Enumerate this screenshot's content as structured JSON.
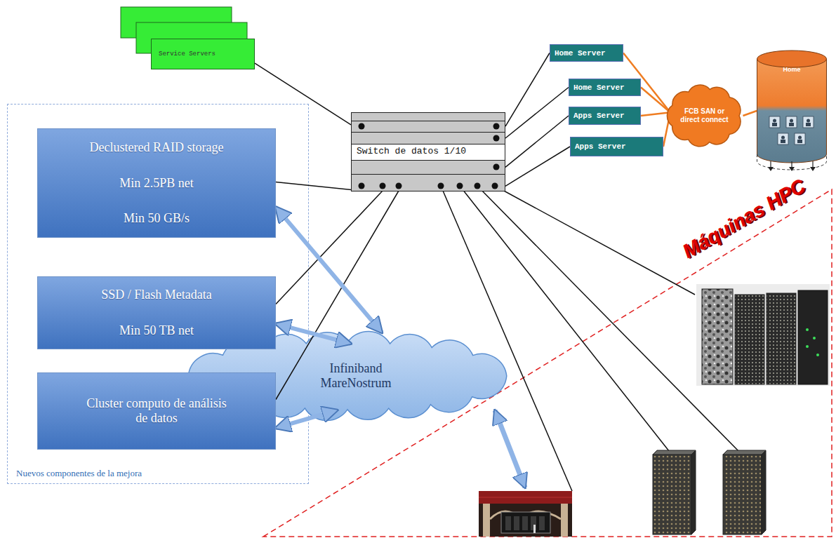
{
  "diagram": {
    "nodes": [
      {
        "text": [
          "Service Servers"
        ]
      },
      {
        "text": [
          "Nuevos componentes de la mejora"
        ]
      },
      {
        "text": [
          "Declustered RAID storage",
          "Min 2.5PB net",
          "Min 50 GB/s"
        ],
        "in": 1
      },
      {
        "text": [
          "SSD / Flash Metadata",
          "Min 50 TB net"
        ],
        "in": 1
      },
      {
        "text": [
          "Cluster computo de análisis de datos"
        ],
        "in": 1
      },
      {
        "text": [
          "Switch de datos 1/10"
        ]
      },
      {
        "text": [
          "Home Server"
        ]
      },
      {
        "text": [
          "Home Server"
        ]
      },
      {
        "text": [
          "Apps Server"
        ]
      },
      {
        "text": [
          "Apps Server"
        ]
      },
      {
        "text": [
          "FCB SAN or direct connect"
        ]
      },
      {
        "text": [
          "Home"
        ]
      },
      {
        "text": [
          "Infiniband MareNostrum"
        ]
      }
    ],
    "edges": [
      {
        "from": 0,
        "to": 5,
        "arrow": "none"
      },
      {
        "from": 6,
        "to": 5,
        "arrow": "none"
      },
      {
        "from": 7,
        "to": 5,
        "arrow": "none"
      },
      {
        "from": 8,
        "to": 5,
        "arrow": "none"
      },
      {
        "from": 9,
        "to": 5,
        "arrow": "none"
      },
      {
        "from": 6,
        "to": 10,
        "arrow": "none"
      },
      {
        "from": 7,
        "to": 10,
        "arrow": "none"
      },
      {
        "from": 8,
        "to": 10,
        "arrow": "none"
      },
      {
        "from": 9,
        "to": 10,
        "arrow": "none"
      },
      {
        "from": 10,
        "to": 11,
        "arrow": "none"
      },
      {
        "from": 2,
        "to": 5,
        "arrow": "none"
      },
      {
        "from": 3,
        "to": 5,
        "arrow": "none"
      },
      {
        "from": 4,
        "to": 5,
        "arrow": "none"
      },
      {
        "from": 2,
        "to": 12,
        "arrow": "both"
      },
      {
        "from": 3,
        "to": 12,
        "arrow": "both"
      },
      {
        "from": 4,
        "to": 12,
        "arrow": "both"
      }
    ],
    "labels": [
      "Máquinas HPC"
    ]
  }
}
